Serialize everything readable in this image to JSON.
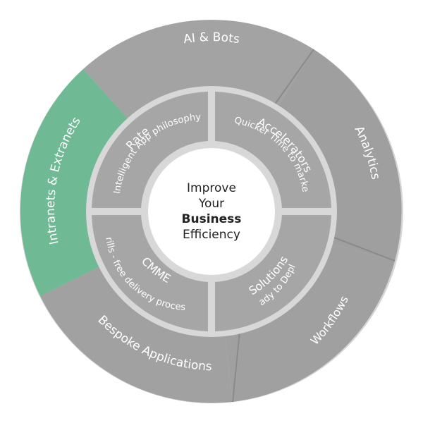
{
  "center": {
    "line1": "Improve",
    "line2": "Your",
    "line3": "Business",
    "line4": "Efficiency"
  },
  "outer_ring": {
    "segments": [
      {
        "label": "AI & Bots",
        "color": "#a3a3a3"
      },
      {
        "label": "Analytics",
        "color": "#9f9f9f"
      },
      {
        "label": "Workflows",
        "color": "#a0a0a0"
      },
      {
        "label": "Bespoke Applications",
        "color": "#a1a1a1"
      },
      {
        "label": "Intranets & Extranets",
        "color": "#6fba95"
      }
    ]
  },
  "inner_ring": {
    "quadrants": [
      {
        "title": "Rate",
        "subtitle": "Intelligent App philosophy"
      },
      {
        "title": "Accelerators",
        "subtitle": "Quicker Time to market"
      },
      {
        "title": "Solutions",
        "subtitle": "Ready to Deploy"
      },
      {
        "title": "CMME",
        "subtitle": "Frills - free delivery process"
      }
    ],
    "color": "#a6a6a6",
    "divider_color": "#d8d8d8"
  },
  "colors": {
    "outer_gap": "#d5d5d5",
    "center_fill": "#ffffff",
    "label_text": "#ffffff"
  }
}
